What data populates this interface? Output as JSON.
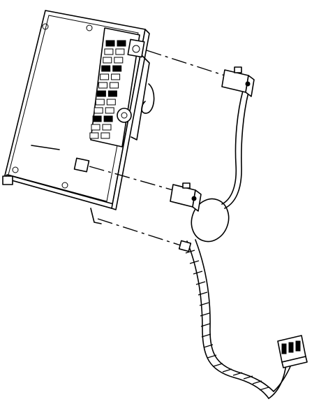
{
  "figure": {
    "components": [
      "control-module",
      "wiring-harness",
      "upper-connector",
      "lower-connector",
      "end-connector",
      "mounting-bracket"
    ],
    "colors": {
      "line": "#000000",
      "background": "#ffffff"
    }
  }
}
